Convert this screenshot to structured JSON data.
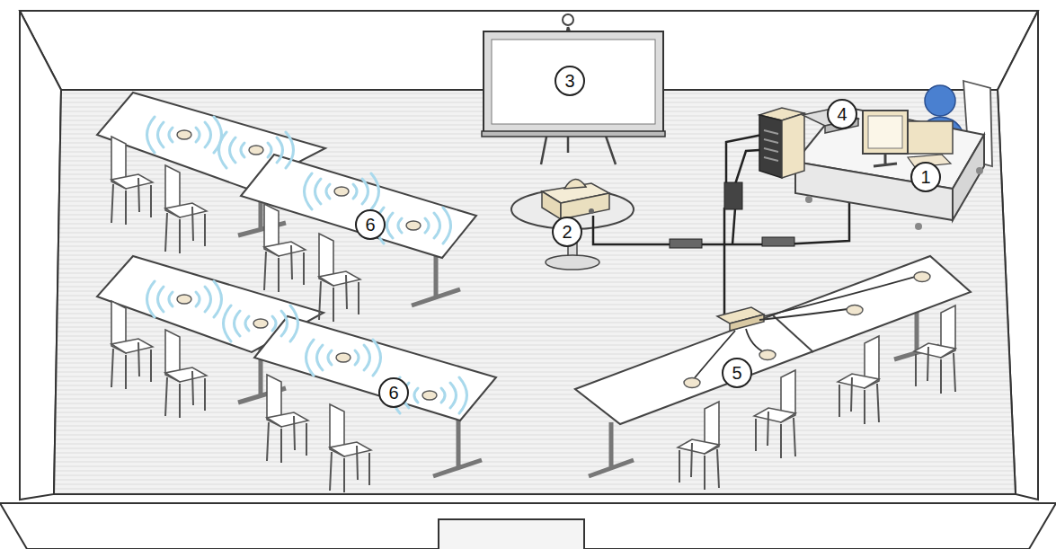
{
  "diagram": {
    "labels": [
      "3",
      "4",
      "1",
      "6",
      "2",
      "5",
      "6"
    ]
  }
}
